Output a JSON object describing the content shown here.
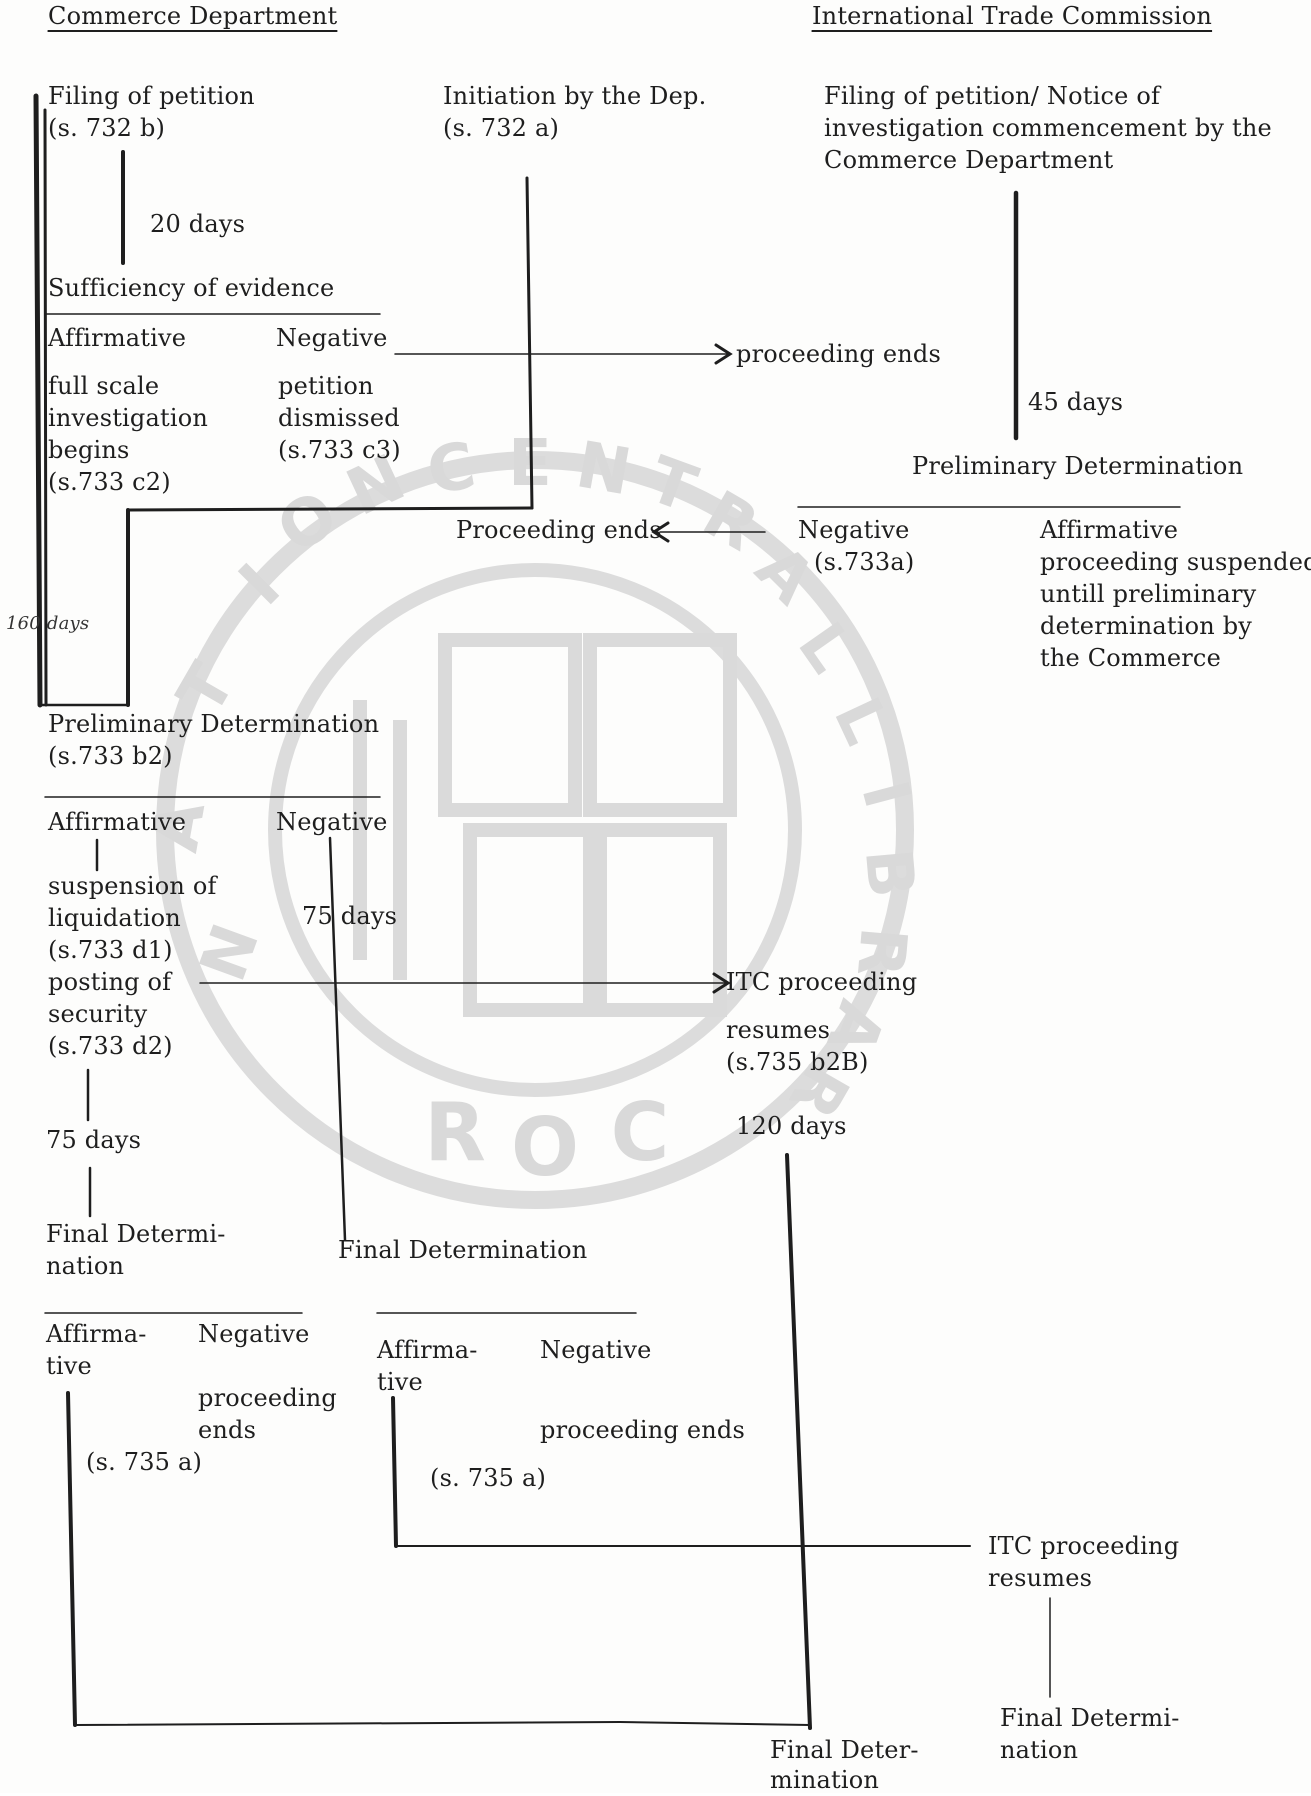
{
  "headers": {
    "commerce": "Commerce Department",
    "itc": "International Trade Commission"
  },
  "commerce": {
    "filing": [
      "Filing of petition",
      "(s. 732 b)"
    ],
    "initiation": [
      "Initiation by the Dep.",
      "(s. 732 a)"
    ],
    "days_20": "20 days",
    "sufficiency": "Sufficiency of evidence",
    "affirmative_1": "Affirmative",
    "negative_1": "Negative",
    "full_scale": [
      "full scale",
      "investigation",
      "begins",
      "(s.733 c2)"
    ],
    "dismissed": [
      "petition",
      "dismissed",
      "(s.733 c3)"
    ],
    "proceeding_ends_1": "proceeding ends",
    "handwritten_days": "160 days",
    "prelim": [
      "Preliminary Determination",
      "(s.733 b2)"
    ],
    "affirmative_2": "Affirmative",
    "negative_2": "Negative",
    "suspension": [
      "suspension of",
      "liquidation",
      "(s.733 d1)",
      "posting of",
      "security",
      "(s.733 d2)"
    ],
    "days_75_a": "75 days",
    "days_75_b": "75 days",
    "final_left": [
      "Final Determi-",
      "nation"
    ],
    "final_mid": "Final Determination",
    "affirmative_3": [
      "Affirma-",
      "tive"
    ],
    "negative_3": "Negative",
    "proceeding_ends_3": [
      "proceeding",
      "ends"
    ],
    "sec_735a_1": "(s. 735 a)",
    "affirmative_4": [
      "Affirma-",
      "tive"
    ],
    "negative_4": "Negative",
    "proceeding_ends_4": "proceeding ends",
    "sec_735a_2": "(s. 735 a)"
  },
  "itc": {
    "filing": [
      "Filing of petition/ Notice of",
      "investigation commencement by the",
      "Commerce Department"
    ],
    "days_45": "45 days",
    "prelim": "Preliminary Determination",
    "negative": [
      "Negative",
      "(s.733a)"
    ],
    "affirmative": [
      "Affirmative",
      "proceeding suspended",
      "untill preliminary",
      "determination by",
      "the Commerce"
    ],
    "proceeding_ends": "Proceeding ends",
    "resumes_1": [
      "ITC proceeding",
      "resumes",
      "(s.735 b2B)"
    ],
    "days_120": "120 days",
    "resumes_2": [
      "ITC proceeding",
      "resumes"
    ],
    "final_a": [
      "Final Deter-",
      "mination"
    ],
    "final_b": [
      "Final Determi-",
      "nation"
    ]
  },
  "watermark": {
    "ring_text": "NATIONAL CENTRAL LIBRARY",
    "bottom_text": "ROC"
  },
  "colors": {
    "ink": "#1e1e1e",
    "watermark": "#d9d9d9",
    "paper": "#fdfdfc"
  }
}
